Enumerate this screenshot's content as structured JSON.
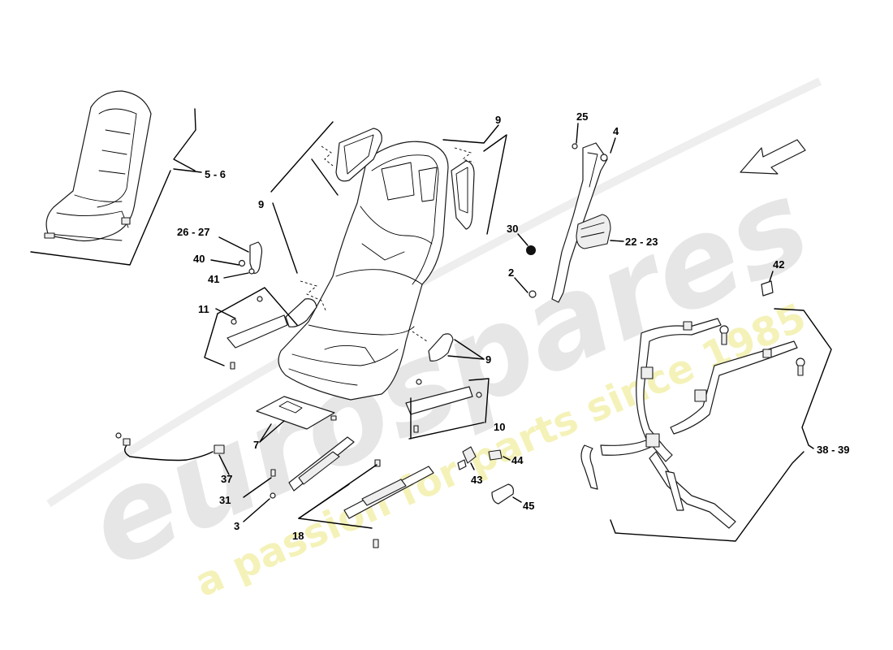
{
  "watermark": {
    "brand": "eurospares",
    "tagline": "a passion for parts since 1985",
    "brand_color": "#e6e6e6",
    "tagline_color": "#f4f2b8"
  },
  "callouts": {
    "c_5_6": "5 - 6",
    "c_9_upper_left": "9",
    "c_9_top": "9",
    "c_9_right": "9",
    "c_25": "25",
    "c_4": "4",
    "c_26_27": "26 - 27",
    "c_40": "40",
    "c_41": "41",
    "c_30": "30",
    "c_22_23": "22 - 23",
    "c_2": "2",
    "c_42": "42",
    "c_11": "11",
    "c_10": "10",
    "c_7": "7",
    "c_37": "37",
    "c_31": "31",
    "c_3": "3",
    "c_18": "18",
    "c_43": "43",
    "c_44": "44",
    "c_45": "45",
    "c_38_39": "38 - 39"
  },
  "icons": {
    "direction_arrow": "arrow-down-left-icon"
  }
}
